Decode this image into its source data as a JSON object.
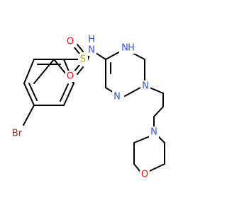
{
  "atoms": {
    "br": {
      "text": "Br",
      "color": "#a62929"
    },
    "s": {
      "text": "S",
      "color": "#b2b200"
    },
    "o_top": {
      "text": "O",
      "color": "#ff0d0d"
    },
    "o_bottom": {
      "text": "O",
      "color": "#ff0d0d"
    },
    "n_sulfonamide": {
      "text": "N",
      "color": "#3050f8"
    },
    "h_sulfonamide": {
      "text": "H",
      "color": "#3050f8"
    },
    "n_ring_nh": {
      "text": "N",
      "color": "#3050f8"
    },
    "h_ring_nh": {
      "text": "H",
      "color": "#3050f8"
    },
    "n_ring_imine": {
      "text": "N",
      "color": "#3050f8"
    },
    "n_ring_tertiary": {
      "text": "N",
      "color": "#3050f8"
    },
    "n_morpholine": {
      "text": "N",
      "color": "#3050f8"
    },
    "o_morpholine": {
      "text": "O",
      "color": "#ff0d0d"
    }
  },
  "bond_color": "#000000",
  "background": "#ffffff"
}
